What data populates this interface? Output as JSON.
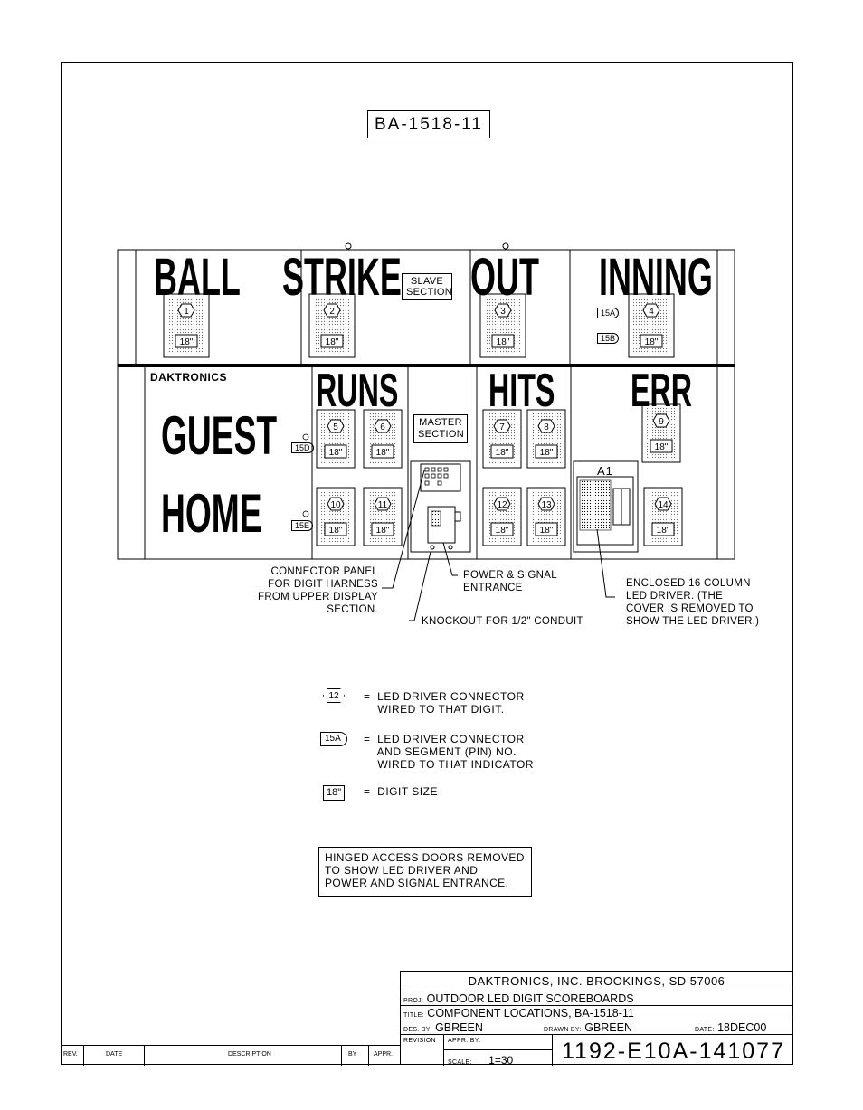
{
  "drawing_id": "BA-1518-11",
  "scoreboard": {
    "upper": {
      "labels": [
        "BALL",
        "STRIKE",
        "OUT",
        "INNING"
      ],
      "slave_section": "SLAVE\nSECTION",
      "digits": [
        {
          "connector": "1",
          "size": "18\""
        },
        {
          "connector": "2",
          "size": "18\""
        },
        {
          "connector": "3",
          "size": "18\""
        },
        {
          "connector": "4",
          "size": "18\""
        }
      ],
      "indicators": [
        "15A",
        "15B"
      ]
    },
    "lower": {
      "brand": "DAKTRONICS",
      "labels": [
        "RUNS",
        "HITS",
        "ERR"
      ],
      "team_labels": [
        "GUEST",
        "HOME"
      ],
      "master_section": "MASTER\nSECTION",
      "driver_label": "A1",
      "indicators": [
        "15D",
        "15E"
      ],
      "digits": [
        {
          "connector": "5",
          "size": "18\""
        },
        {
          "connector": "6",
          "size": "18\""
        },
        {
          "connector": "7",
          "size": "18\""
        },
        {
          "connector": "8",
          "size": "18\""
        },
        {
          "connector": "9",
          "size": "18\""
        },
        {
          "connector": "10",
          "size": "18\""
        },
        {
          "connector": "11",
          "size": "18\""
        },
        {
          "connector": "12",
          "size": "18\""
        },
        {
          "connector": "13",
          "size": "18\""
        },
        {
          "connector": "14",
          "size": "18\""
        }
      ]
    }
  },
  "callouts": {
    "connector_panel": "CONNECTOR PANEL\nFOR DIGIT HARNESS\nFROM UPPER DISPLAY\nSECTION.",
    "power_signal": "POWER & SIGNAL\nENTRANCE",
    "knockout": "KNOCKOUT FOR 1/2\" CONDUIT",
    "led_driver": "ENCLOSED 16 COLUMN\nLED DRIVER.  (THE\nCOVER IS REMOVED TO\nSHOW THE LED DRIVER.)"
  },
  "legend": [
    {
      "symbol": "12",
      "text": "=  LED DRIVER CONNECTOR\n    WIRED TO THAT DIGIT."
    },
    {
      "symbol": "15A",
      "text": "=  LED DRIVER CONNECTOR\n    AND SEGMENT (PIN) NO.\n    WIRED TO THAT INDICATOR"
    },
    {
      "symbol": "18\"",
      "text": "=  DIGIT SIZE"
    }
  ],
  "note": "HINGED ACCESS DOORS REMOVED\nTO SHOW LED DRIVER AND\nPOWER AND SIGNAL ENTRANCE.",
  "title_block": {
    "company": "DAKTRONICS, INC.   BROOKINGS, SD 57006",
    "proj_label": "PROJ:",
    "proj": "OUTDOOR LED DIGIT SCOREBOARDS",
    "title_label": "TITLE:",
    "title": "COMPONENT LOCATIONS, BA-1518-11",
    "des_label": "DES. BY:",
    "des_by": "GBREEN",
    "drawn_label": "DRAWN BY:",
    "drawn_by": "GBREEN",
    "date_label": "DATE:",
    "date": "18DEC00",
    "revision_label": "REVISION",
    "appr_label": "APPR. BY:",
    "scale_label": "SCALE:",
    "scale": "1=30",
    "drawing_number": "1192-E10A-141077"
  },
  "revision_table": {
    "columns": [
      "REV.",
      "DATE",
      "DESCRIPTION",
      "BY",
      "APPR."
    ]
  }
}
